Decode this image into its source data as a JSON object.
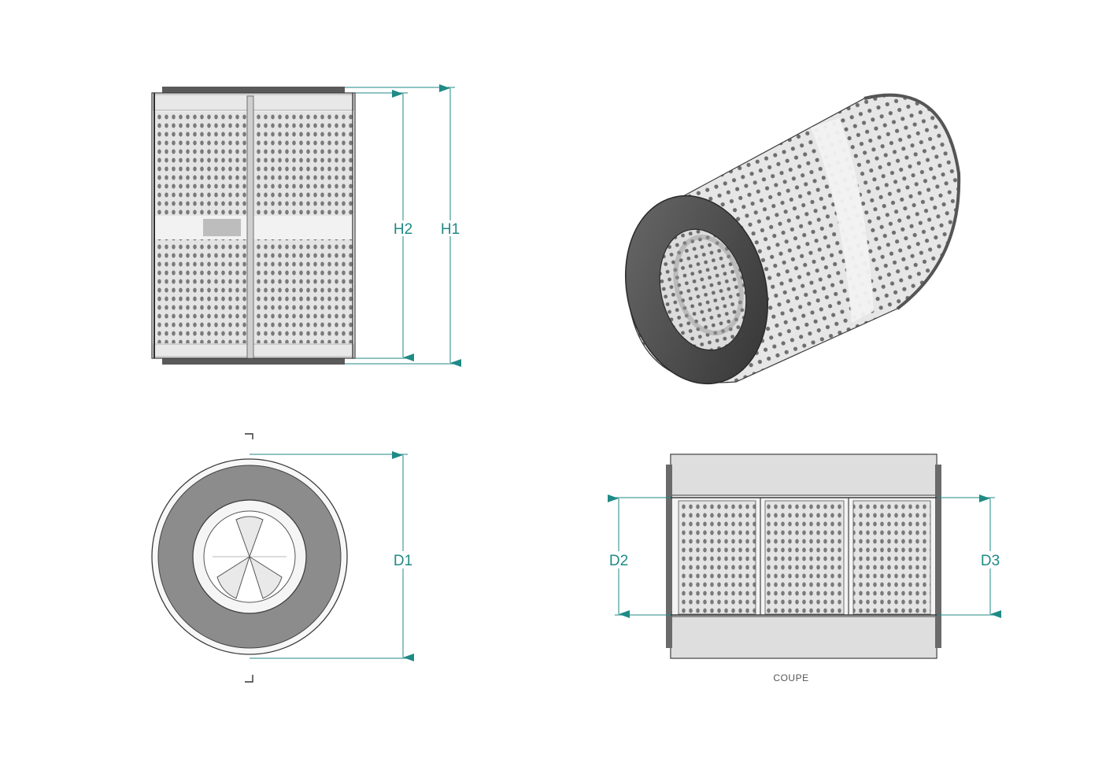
{
  "colors": {
    "dimension": "#1f8a86",
    "outline": "#3a3a3a",
    "seal": "#4a4a4a",
    "seal_face": "#8a8a8a",
    "metal": "#e2e2e2",
    "hole": "#7a7a7a",
    "end_plate": "#d8d8d8"
  },
  "icons": [
    "perforated-cylinder-icon",
    "dimension-arrow-icon"
  ],
  "views": {
    "front": {
      "dimensions": {
        "h2": "H2",
        "h1": "H1"
      }
    },
    "top": {
      "dimensions": {
        "d1": "D1"
      }
    },
    "section": {
      "label": "COUPE",
      "dimensions": {
        "d2": "D2",
        "d3": "D3"
      }
    }
  }
}
